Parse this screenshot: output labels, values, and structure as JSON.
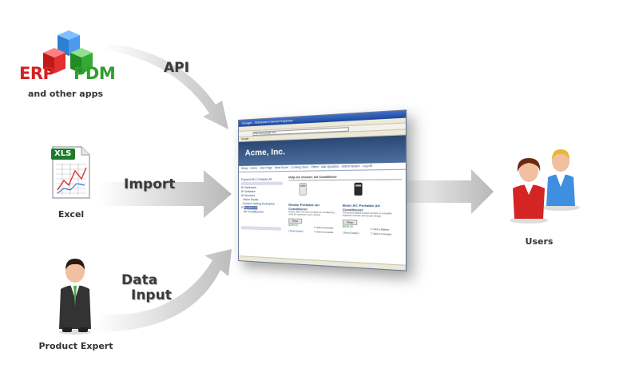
{
  "sources": {
    "apps": {
      "erp": "ERP",
      "pdm": "PDM",
      "caption": "and other apps",
      "colors": {
        "erp": "#d32222",
        "pdm": "#2e9e2e",
        "cube_blue": "#3d8fe0"
      }
    },
    "excel": {
      "badge": "XLS",
      "caption": "Excel"
    },
    "expert": {
      "caption": "Product Expert"
    }
  },
  "arrows": {
    "api": "API",
    "import": "Import",
    "data_line1": "Data",
    "data_line2": "Input"
  },
  "browser": {
    "window_title": "Google - Windows Internet Explorer",
    "url": "http://www.google.com/",
    "bookmark": "Google",
    "site_title": "Acme, Inc.",
    "nav": [
      "Setup",
      "Home",
      "User Page",
      "Best Score",
      "Coming Soon",
      "Offers",
      "Ask Question",
      "Admin Board",
      "Log off"
    ],
    "sidebar_head": "Expand All | Collapse All",
    "tree": [
      "Hardware",
      "Software",
      "Services",
      "Vision Boats",
      "Guided Selling Examples",
      "Appliances",
      "Air Conditioners"
    ],
    "main_head": "Help me choose: Air Conditioner",
    "products": [
      {
        "name": "Nostar Portable Air Conditioner",
        "desc": "Nostar offers the best portable air conditioning units for maximum room cooling.",
        "price_btn": "Price",
        "price": "$259.00",
        "checks": [
          "Add to Favorites",
          "Add to Compare"
        ],
        "footer": "[ Show Details ]"
      },
      {
        "name": "Bean AC Portable Air Conditioner",
        "desc": "The accumulated cooled comfort of a durable stainless chassis and simple design.",
        "price_btn": "Price",
        "price": "$449.00",
        "checks": [
          "Add to Basket",
          "Add to Compare"
        ],
        "footer": "[ Show Details ]"
      }
    ]
  },
  "users": {
    "caption": "Users"
  },
  "colors": {
    "arrow_light": "#f2f2f2",
    "arrow_dark": "#bcbcbc",
    "label": "#3a3a3a"
  }
}
